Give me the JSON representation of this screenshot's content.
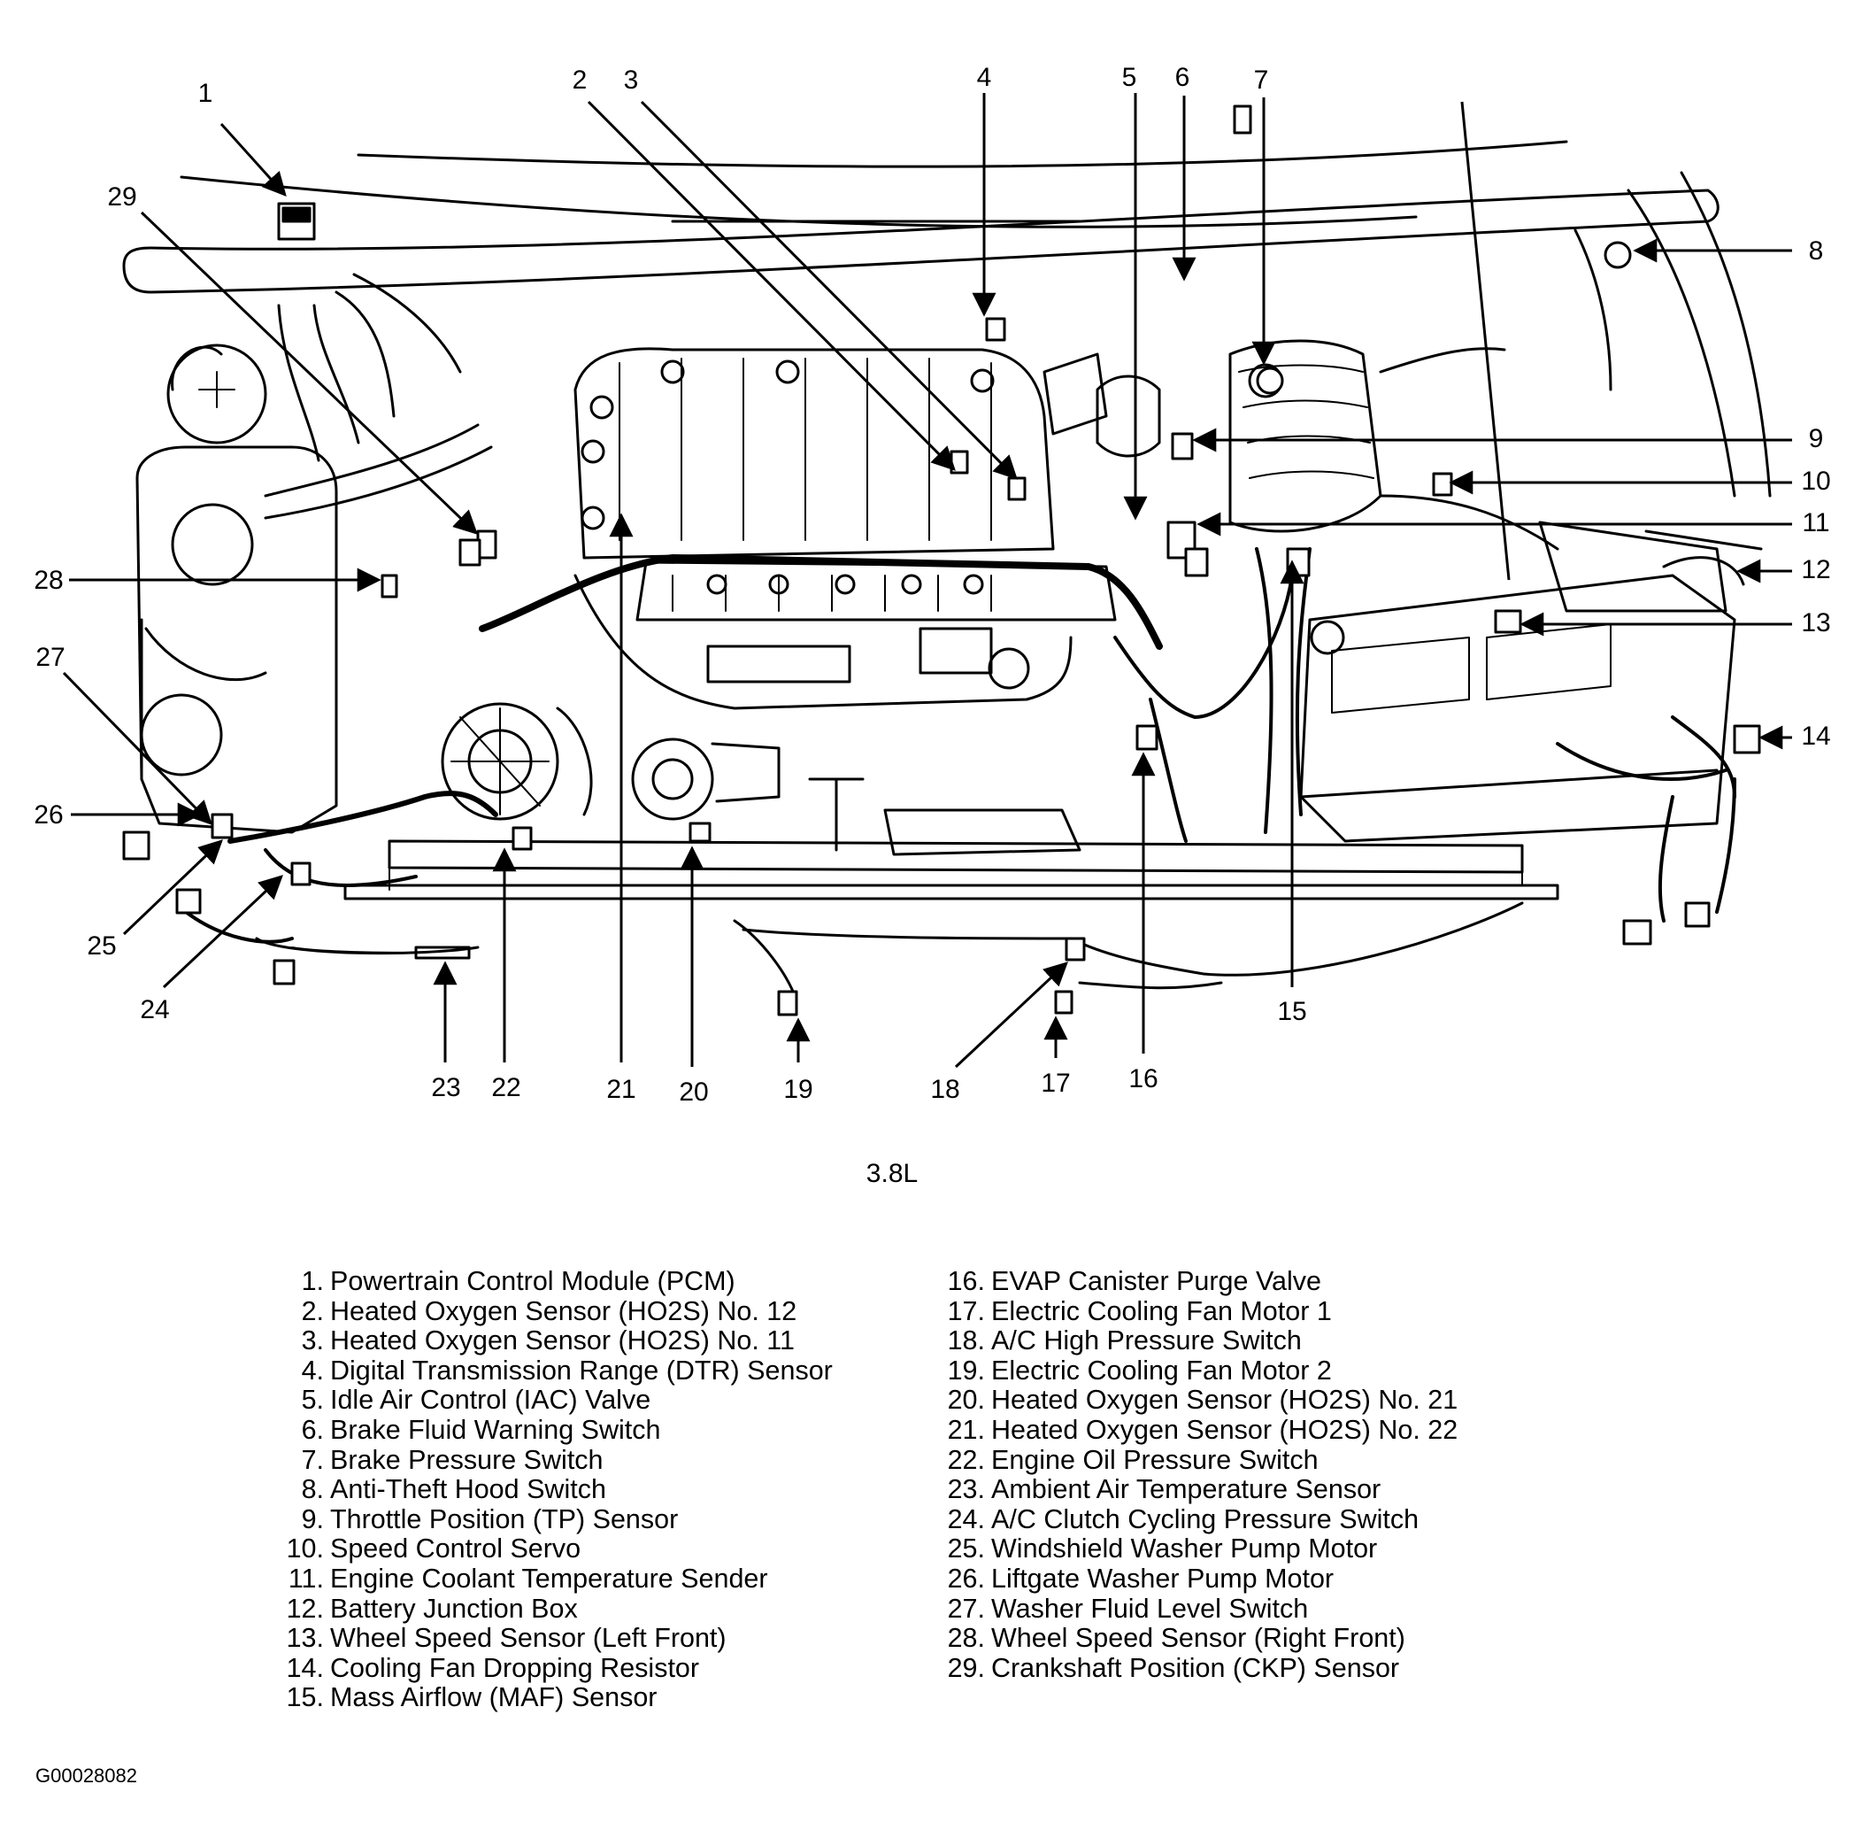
{
  "caption": "3.8L",
  "figure_id": "G00028082",
  "callouts": [
    "1",
    "2",
    "3",
    "4",
    "5",
    "6",
    "7",
    "8",
    "9",
    "10",
    "11",
    "12",
    "13",
    "14",
    "15",
    "16",
    "17",
    "18",
    "19",
    "20",
    "21",
    "22",
    "23",
    "24",
    "25",
    "26",
    "27",
    "28",
    "29"
  ],
  "legend_left": [
    {
      "num": "1.",
      "text": "Powertrain Control Module (PCM)"
    },
    {
      "num": "2.",
      "text": "Heated Oxygen Sensor (HO2S) No. 12"
    },
    {
      "num": "3.",
      "text": "Heated Oxygen Sensor (HO2S) No. 11"
    },
    {
      "num": "4.",
      "text": "Digital Transmission Range (DTR) Sensor"
    },
    {
      "num": "5.",
      "text": "Idle Air Control (IAC) Valve"
    },
    {
      "num": "6.",
      "text": "Brake Fluid Warning Switch"
    },
    {
      "num": "7.",
      "text": "Brake Pressure Switch"
    },
    {
      "num": "8.",
      "text": "Anti-Theft Hood Switch"
    },
    {
      "num": "9.",
      "text": "Throttle Position (TP) Sensor"
    },
    {
      "num": "10.",
      "text": "Speed Control Servo"
    },
    {
      "num": "11.",
      "text": "Engine Coolant Temperature Sender"
    },
    {
      "num": "12.",
      "text": "Battery Junction Box"
    },
    {
      "num": "13.",
      "text": "Wheel Speed Sensor (Left Front)"
    },
    {
      "num": "14.",
      "text": "Cooling Fan Dropping Resistor"
    },
    {
      "num": "15.",
      "text": "Mass Airflow (MAF) Sensor"
    }
  ],
  "legend_right": [
    {
      "num": "16.",
      "text": "EVAP Canister Purge Valve"
    },
    {
      "num": "17.",
      "text": "Electric Cooling Fan Motor 1"
    },
    {
      "num": "18.",
      "text": "A/C High Pressure Switch"
    },
    {
      "num": "19.",
      "text": "Electric Cooling Fan Motor 2"
    },
    {
      "num": "20.",
      "text": "Heated Oxygen Sensor (HO2S) No. 21"
    },
    {
      "num": "21.",
      "text": "Heated Oxygen Sensor (HO2S) No. 22"
    },
    {
      "num": "22.",
      "text": "Engine Oil Pressure Switch"
    },
    {
      "num": "23.",
      "text": "Ambient Air Temperature Sensor"
    },
    {
      "num": "24.",
      "text": "A/C Clutch Cycling Pressure Switch"
    },
    {
      "num": "25.",
      "text": "Windshield Washer Pump Motor"
    },
    {
      "num": "26.",
      "text": "Liftgate Washer Pump Motor"
    },
    {
      "num": "27.",
      "text": "Washer Fluid Level Switch"
    },
    {
      "num": "28.",
      "text": "Wheel Speed Sensor (Right Front)"
    },
    {
      "num": "29.",
      "text": "Crankshaft Position (CKP) Sensor"
    }
  ]
}
